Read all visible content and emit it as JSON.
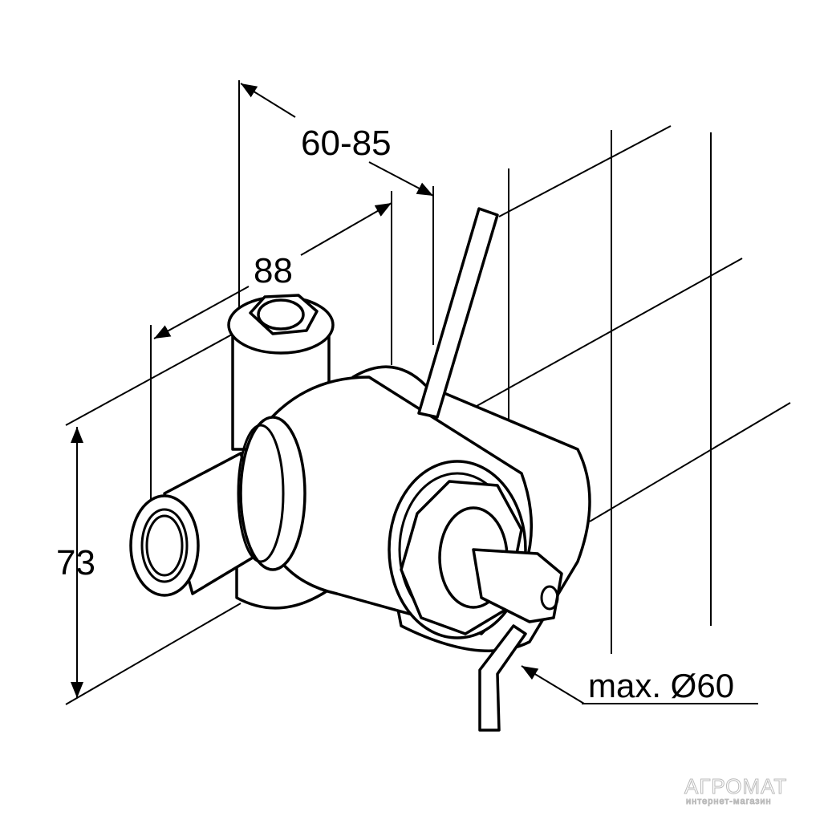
{
  "dimensions": {
    "depth_range": "60-85",
    "length": "88",
    "height": "73",
    "max_diameter": "max. Ø60"
  },
  "watermark": {
    "brand": "АГРОМАТ",
    "subtitle": "интернет-магазин"
  }
}
